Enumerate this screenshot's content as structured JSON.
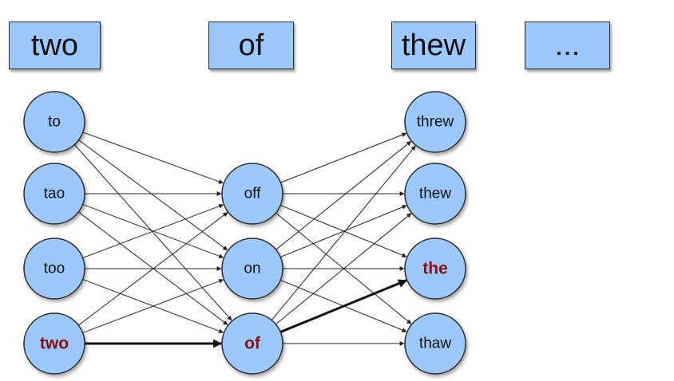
{
  "observations": [
    "two",
    "of",
    "thew",
    "..."
  ],
  "columns": [
    {
      "nodes": [
        {
          "label": "to",
          "best": false
        },
        {
          "label": "tao",
          "best": false
        },
        {
          "label": "too",
          "best": false
        },
        {
          "label": "two",
          "best": true
        }
      ]
    },
    {
      "nodes": [
        {
          "label": "off",
          "best": false
        },
        {
          "label": "on",
          "best": false
        },
        {
          "label": "of",
          "best": true
        }
      ]
    },
    {
      "nodes": [
        {
          "label": "threw",
          "best": false
        },
        {
          "label": "thew",
          "best": false
        },
        {
          "label": "the",
          "best": true
        },
        {
          "label": "thaw",
          "best": false
        }
      ]
    }
  ],
  "best_path": [
    "two",
    "of",
    "the"
  ],
  "colors": {
    "node_fill": "#9cc8fb",
    "node_stroke": "#2a2a2a",
    "best_label": "#8b1010",
    "edge": "#222222"
  }
}
